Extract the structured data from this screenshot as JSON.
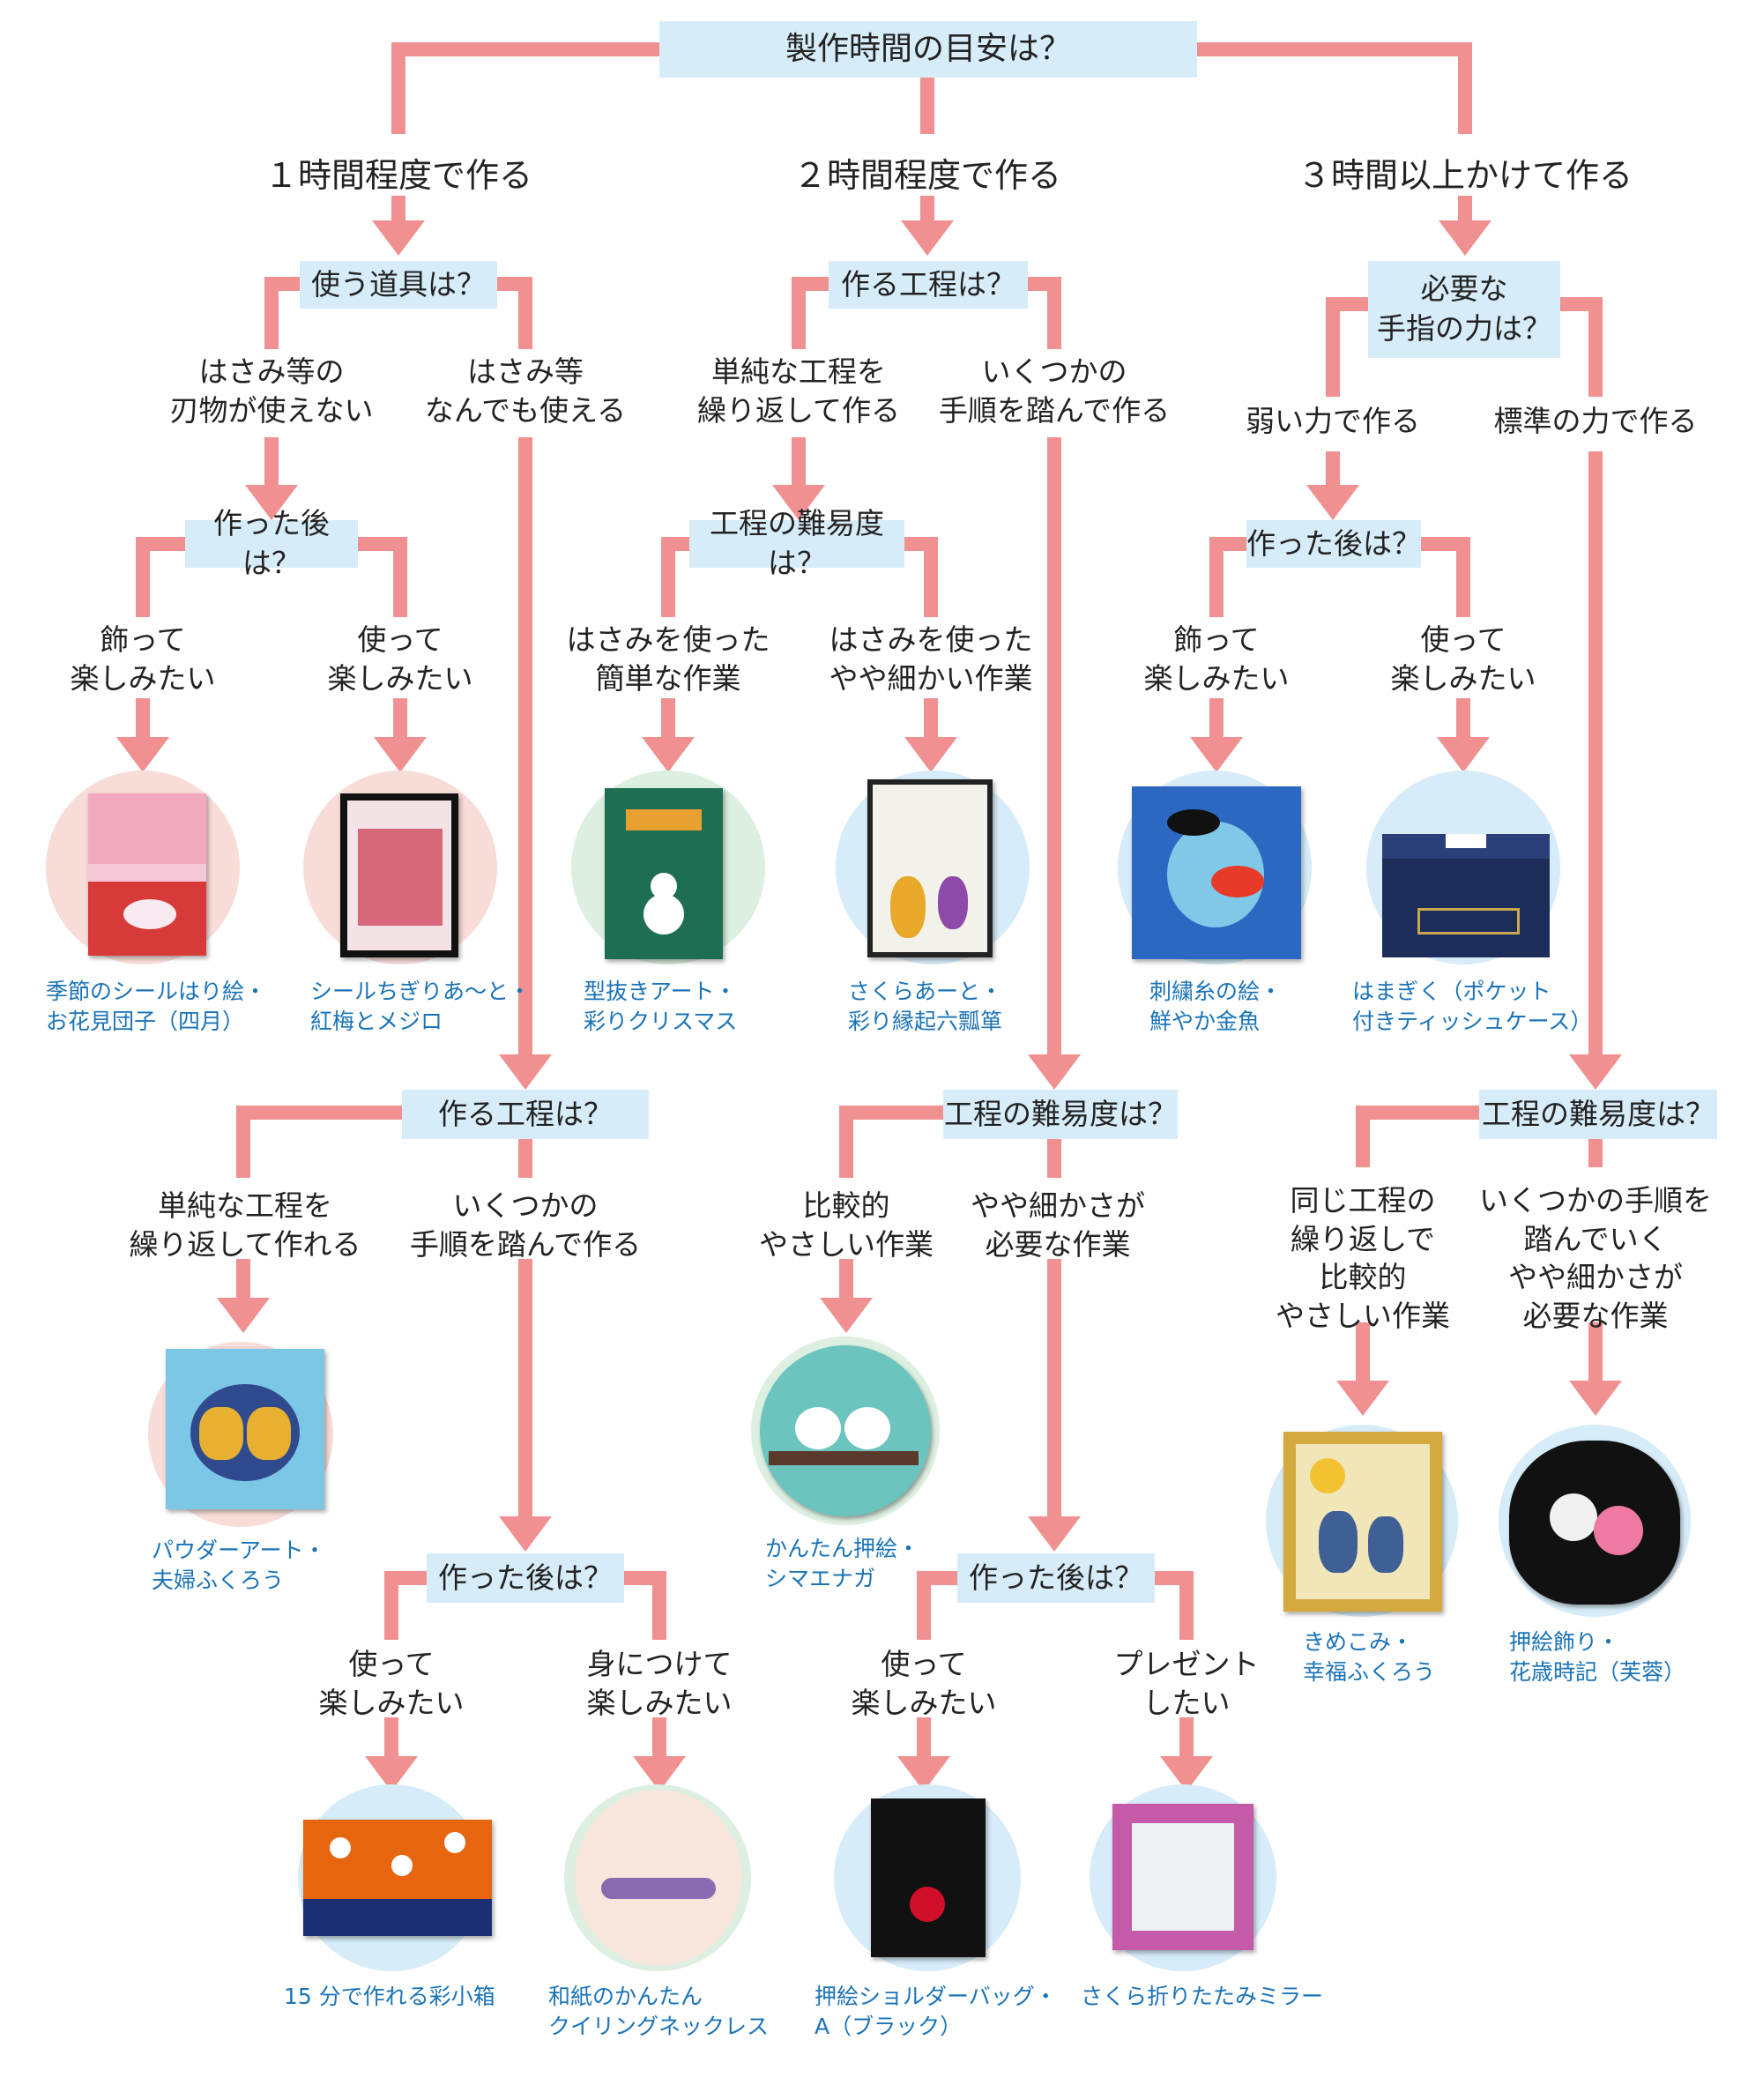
{
  "colors": {
    "connector": "#f09090",
    "question_box": "#d6ecf8",
    "caption": "#1a73b8"
  },
  "root": {
    "question": "製作時間の目安は？"
  },
  "time_options": [
    "１時間程度で作る",
    "２時間程度で作る",
    "３時間以上かけて作る"
  ],
  "questions": {
    "tools": "使う道具は？",
    "process_a": "作る工程は？",
    "process_b": "作る工程は？",
    "finger": "必要な\n手指の力は？",
    "after_1": "作った後は？",
    "difficulty_1": "工程の難易度は？",
    "after_3": "作った後は？",
    "difficulty_2": "工程の難易度は？",
    "difficulty_3": "工程の難易度は？",
    "after_4": "作った後は？",
    "after_5": "作った後は？"
  },
  "answers": {
    "no_blades": "はさみ等の\n刃物が使えない",
    "any_tools": "はさみ等\nなんでも使える",
    "simple_repeat": "単純な工程を\n繰り返して作る",
    "several_steps_1": "いくつかの\n手順を踏んで作る",
    "weak_power": "弱い力で作る",
    "standard_power": "標準の力で作る",
    "decorate_1": "飾って\n楽しみたい",
    "use_1": "使って\n楽しみたい",
    "scissors_easy": "はさみを使った\n簡単な作業",
    "scissors_fine": "はさみを使った\nやや細かい作業",
    "decorate_2": "飾って\n楽しみたい",
    "use_2": "使って\n楽しみたい",
    "simple_repeat_2": "単純な工程を\n繰り返して作れる",
    "several_steps_2": "いくつかの\n手順を踏んで作る",
    "easy_work": "比較的\nやさしい作業",
    "fine_work": "やや細かさが\n必要な作業",
    "repeat_easy": "同じ工程の\n繰り返しで\n比較的\nやさしい作業",
    "steps_fine": "いくつかの手順を\n踏んでいく\nやや細かさが\n必要な作業",
    "use_3": "使って\n楽しみたい",
    "wear": "身につけて\n楽しみたい",
    "use_4": "使って\n楽しみたい",
    "present": "プレゼント\nしたい"
  },
  "products": [
    {
      "caption": "季節のシールはり絵・\nお花見団子（四月）",
      "icon": "sticker-art-picture"
    },
    {
      "caption": "シールちぎりあ〜と・\n紅梅とメジロ",
      "icon": "torn-sticker-picture"
    },
    {
      "caption": "型抜きアート・\n彩りクリスマス",
      "icon": "christmas-die-cut-art"
    },
    {
      "caption": "さくらあーと・\n彩り縁起六瓢箪",
      "icon": "gourd-stained-art"
    },
    {
      "caption": "刺繍糸の絵・\n鮮やか金魚",
      "icon": "goldfish-thread-picture"
    },
    {
      "caption": "はまぎく（ポケット\n付きティッシュケース）",
      "icon": "tissue-case"
    },
    {
      "caption": "パウダーアート・\n夫婦ふくろう",
      "icon": "owl-powder-art"
    },
    {
      "caption": "かんたん押絵・\nシマエナガ",
      "icon": "long-tailed-tit-oshie"
    },
    {
      "caption": "きめこみ・\n幸福ふくろう",
      "icon": "owl-kimekomi-frame"
    },
    {
      "caption": "押絵飾り・\n花歳時記（芙蓉）",
      "icon": "hibiscus-oshie"
    },
    {
      "caption": "15 分で作れる彩小箱",
      "icon": "paper-box"
    },
    {
      "caption": "和紙のかんたん\nクイリングネックレス",
      "icon": "quilling-necklace"
    },
    {
      "caption": "押絵ショルダーバッグ・\nA（ブラック）",
      "icon": "shoulder-bag"
    },
    {
      "caption": "さくら折りたたみミラー",
      "icon": "folding-mirror"
    }
  ]
}
